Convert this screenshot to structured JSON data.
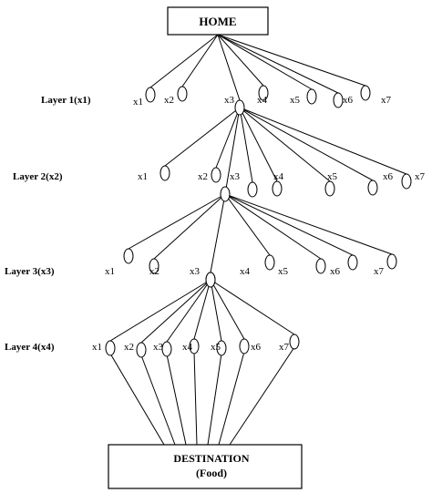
{
  "home": {
    "label": "HOME"
  },
  "destination": {
    "label": "DESTINATION",
    "sublabel": "(Food)"
  },
  "layers": [
    {
      "label": "Layer 1(x1)",
      "nodes": [
        "x1",
        "x2",
        "x3",
        "x4",
        "x5",
        "x6",
        "x7"
      ],
      "selected": "x3"
    },
    {
      "label": "Layer 2(x2)",
      "nodes": [
        "x1",
        "x2",
        "x3",
        "x4",
        "x5",
        "x6",
        "x7"
      ],
      "selected": "x3"
    },
    {
      "label": "Layer 3(x3)",
      "nodes": [
        "x1",
        "x2",
        "x3",
        "x4",
        "x5",
        "x6",
        "x7"
      ],
      "selected": "x3"
    },
    {
      "label": "Layer 4(x4)",
      "nodes": [
        "x1",
        "x2",
        "x3",
        "x4",
        "x5",
        "x6",
        "x7"
      ],
      "selected": null
    }
  ]
}
